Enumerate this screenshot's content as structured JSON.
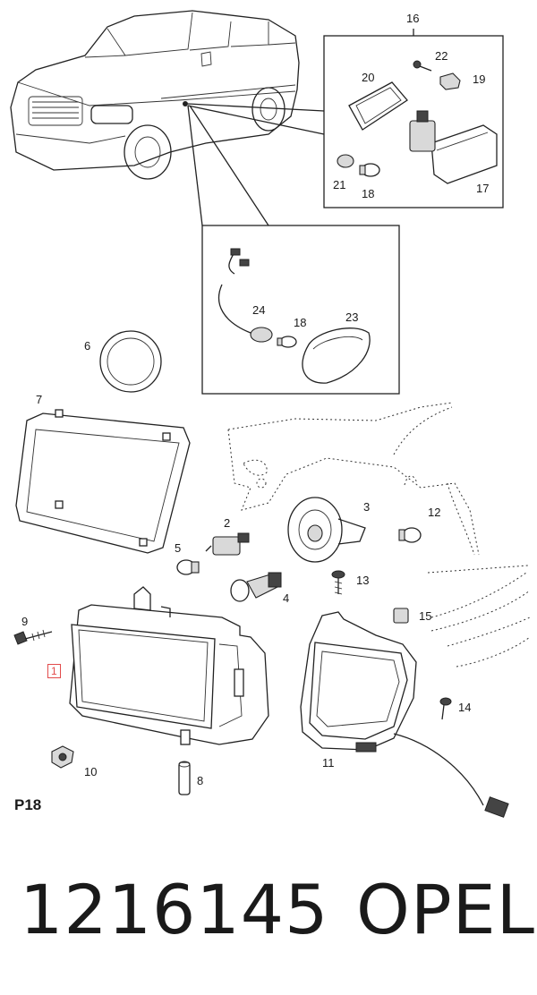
{
  "callouts": {
    "c1": "1",
    "c2": "2",
    "c3": "3",
    "c4": "4",
    "c5": "5",
    "c6": "6",
    "c7": "7",
    "c8": "8",
    "c9": "9",
    "c10": "10",
    "c11": "11",
    "c12": "12",
    "c13": "13",
    "c14": "14",
    "c15": "15",
    "c16": "16",
    "c17": "17",
    "c18a": "18",
    "c18b": "18",
    "c19": "19",
    "c20": "20",
    "c21": "21",
    "c22": "22",
    "c23": "23",
    "c24": "24"
  },
  "highlight_color": "#e24b4b",
  "page_code": "P18",
  "part_number": "1216145",
  "brand": "OPEL"
}
